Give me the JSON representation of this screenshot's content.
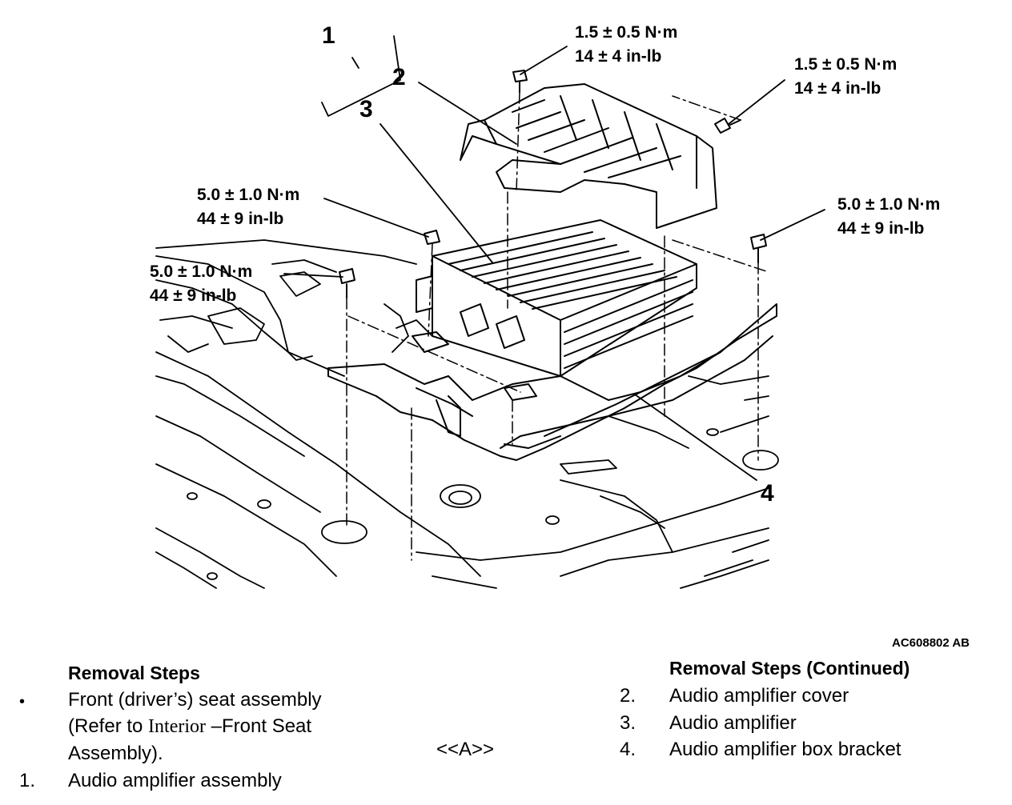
{
  "diagram": {
    "callouts": [
      "1",
      "2",
      "3",
      "4"
    ],
    "torque_specs": [
      {
        "nm": "1.5 ± 0.5 N·m",
        "inlb": "14 ± 4 in-lb"
      },
      {
        "nm": "1.5 ± 0.5 N·m",
        "inlb": "14 ± 4 in-lb"
      },
      {
        "nm": "5.0 ± 1.0 N·m",
        "inlb": "44 ± 9 in-lb"
      },
      {
        "nm": "5.0 ± 1.0 N·m",
        "inlb": "44 ± 9 in-lb"
      },
      {
        "nm": "5.0 ± 1.0 N·m",
        "inlb": "44 ± 9 in-lb"
      }
    ],
    "figure_code": "AC608802 AB"
  },
  "removal_steps": {
    "title": "Removal Steps",
    "bullet": "•",
    "pre_step_line1": "Front (driver’s) seat assembly",
    "pre_step_ref_prefix": "(Refer to ",
    "pre_step_ref_link": "Interior",
    "pre_step_ref_suffix": " –Front Seat",
    "pre_step_line3": "Assembly).",
    "steps": [
      {
        "num": "1.",
        "text": "Audio amplifier assembly"
      }
    ],
    "note_marker": "<<A>>"
  },
  "removal_steps_continued": {
    "title": "Removal Steps (Continued)",
    "steps": [
      {
        "num": "2.",
        "text": "Audio amplifier cover"
      },
      {
        "num": "3.",
        "text": "Audio amplifier"
      },
      {
        "num": "4.",
        "text": "Audio amplifier box bracket"
      }
    ]
  }
}
